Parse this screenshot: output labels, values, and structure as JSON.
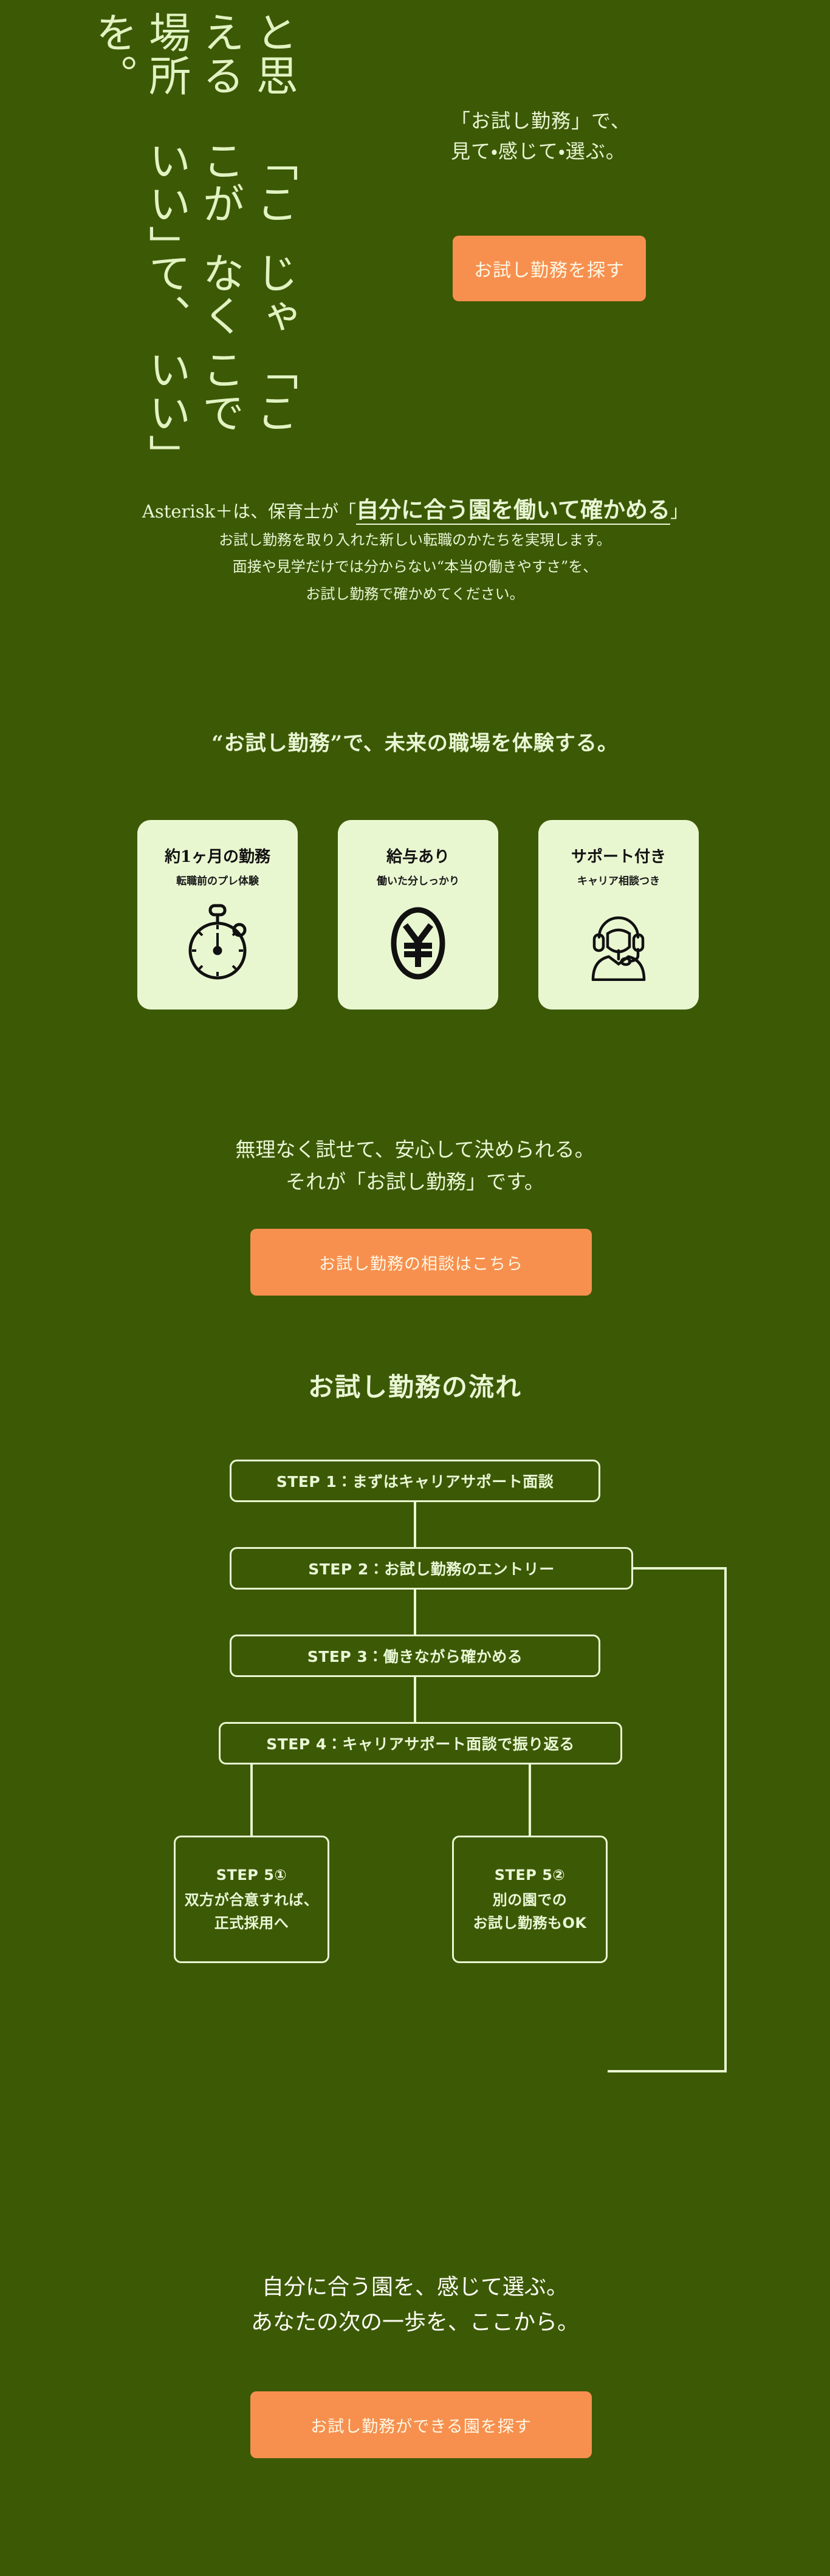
{
  "colors": {
    "background": "#3c5906",
    "text_light": "#e9f6d4",
    "accent_orange": "#f7904f",
    "card_bg": "#e9f7d1",
    "card_text": "#111111",
    "button_text": "#fdf7e4"
  },
  "hero": {
    "title_lines": [
      "「ここでいい」",
      "じゃなくて、",
      "「ここがいい」",
      "と思える場所を。"
    ],
    "subtitle_line1": "「お試し勤務」で、",
    "subtitle_line2": "見て・感じて・選ぶ。",
    "cta_label": "お試し勤務を探す"
  },
  "intro": {
    "lead_prefix": "Asterisk＋は、保育士が「",
    "lead_emphasis": "自分に合う園を働いて確かめる",
    "lead_suffix": "」",
    "body_lines": [
      "お試し勤務を取り入れた新しい転職のかたちを実現します。",
      "面接や見学だけでは分からない“本当の働きやすさ”を、",
      "お試し勤務で確かめてください。"
    ]
  },
  "features": {
    "heading": "“お試し勤務”で、未来の職場を体験する。",
    "cards": [
      {
        "title": "約1ヶ月の勤務",
        "subtitle": "転職前のプレ体験",
        "icon": "stopwatch-icon"
      },
      {
        "title": "給与あり",
        "subtitle": "働いた分しっかり",
        "icon": "yen-coin-icon"
      },
      {
        "title": "サポート付き",
        "subtitle": "キャリア相談つき",
        "icon": "headset-support-icon"
      }
    ]
  },
  "mid": {
    "message_line1": "無理なく試せて、安心して決められる。",
    "message_line2": "それが「お試し勤務」です。",
    "cta_label": "お試し勤務の相談はこちら"
  },
  "flow": {
    "title": "お試し勤務の流れ",
    "steps": [
      {
        "id": "step1",
        "label": "STEP 1：まずはキャリアサポート面談"
      },
      {
        "id": "step2",
        "label": "STEP 2：お試し勤務のエントリー"
      },
      {
        "id": "step3",
        "label": "STEP 3：働きながら確かめる"
      },
      {
        "id": "step4",
        "label": "STEP 4：キャリアサポート面談で振り返る"
      }
    ],
    "branch_left": {
      "id": "step5a",
      "line1": "STEP 5①",
      "line2": "双方が合意すれば、",
      "line3": "正式採用へ"
    },
    "branch_right": {
      "id": "step5b",
      "line1": "STEP 5②",
      "line2": "別の園での",
      "line3": "お試し勤務もOK"
    }
  },
  "outro": {
    "message_line1": "自分に合う園を、感じて選ぶ。",
    "message_line2": "あなたの次の一歩を、ここから。",
    "cta_label": "お試し勤務ができる園を探す"
  }
}
